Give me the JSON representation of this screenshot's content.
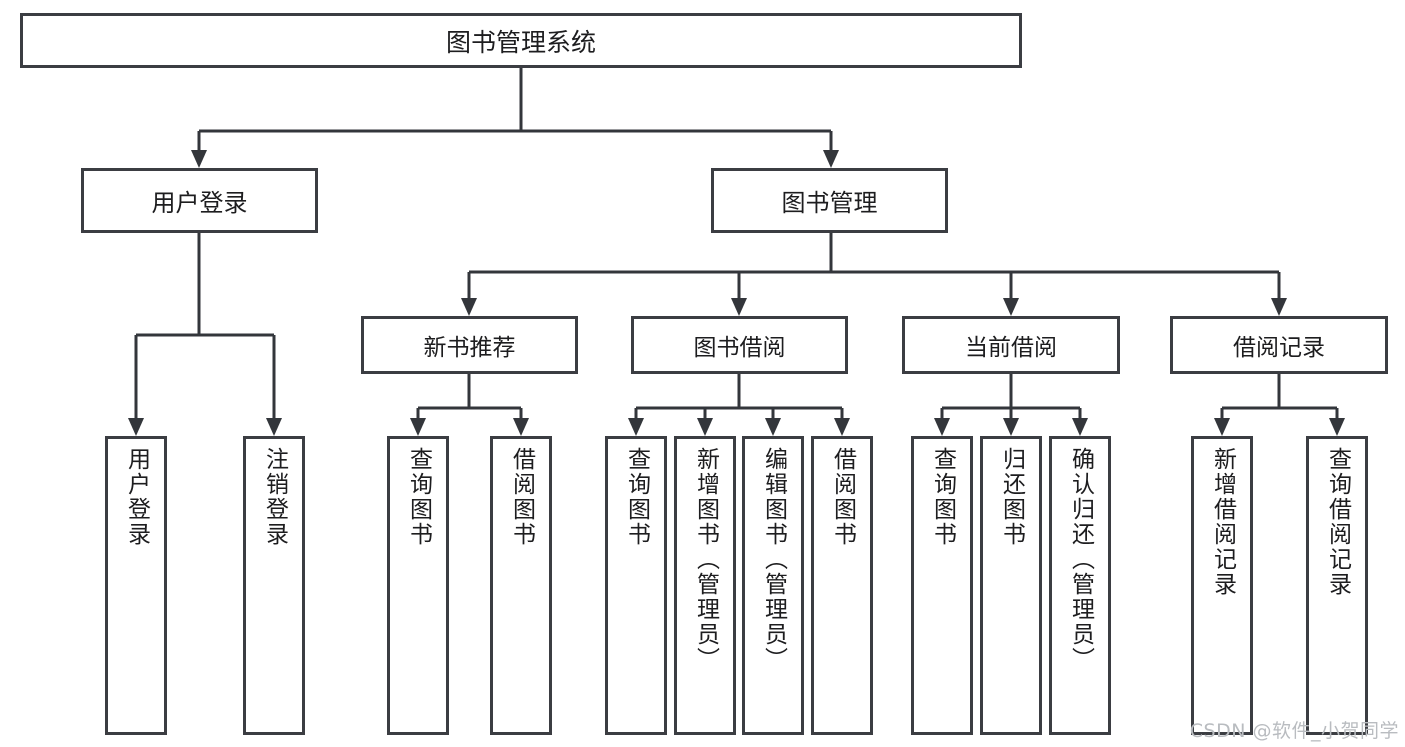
{
  "diagram": {
    "title": "图书管理系统",
    "type": "hierarchy-tree",
    "root": {
      "id": "root",
      "label": "图书管理系统"
    },
    "level2": [
      {
        "id": "user-login",
        "label": "用户登录"
      },
      {
        "id": "book-manage",
        "label": "图书管理"
      }
    ],
    "level3": [
      {
        "id": "new-book-recommend",
        "label": "新书推荐"
      },
      {
        "id": "book-borrow",
        "label": "图书借阅"
      },
      {
        "id": "current-borrow",
        "label": "当前借阅"
      },
      {
        "id": "borrow-record",
        "label": "借阅记录"
      }
    ],
    "leaves": {
      "user_login": [
        {
          "id": "leaf-user-login",
          "label": "用户登录"
        },
        {
          "id": "leaf-logout",
          "label": "注销登录"
        }
      ],
      "new_book_recommend": [
        {
          "id": "leaf-query-book-1",
          "label": "查询图书"
        },
        {
          "id": "leaf-borrow-book-1",
          "label": "借阅图书"
        }
      ],
      "book_borrow": [
        {
          "id": "leaf-query-book-2",
          "label": "查询图书"
        },
        {
          "id": "leaf-add-book",
          "label": "新增图书（管理员）"
        },
        {
          "id": "leaf-edit-book",
          "label": "编辑图书（管理员）"
        },
        {
          "id": "leaf-borrow-book-2",
          "label": "借阅图书"
        }
      ],
      "current_borrow": [
        {
          "id": "leaf-query-book-3",
          "label": "查询图书"
        },
        {
          "id": "leaf-return-book",
          "label": "归还图书"
        },
        {
          "id": "leaf-confirm-return",
          "label": "确认归还（管理员）"
        }
      ],
      "borrow_record": [
        {
          "id": "leaf-add-record",
          "label": "新增借阅记录"
        },
        {
          "id": "leaf-query-record",
          "label": "查询借阅记录"
        }
      ]
    },
    "colors": {
      "border": "#3b3d42",
      "connector": "#33363b",
      "background": "#ffffff",
      "text": "#1d1d1f",
      "watermark": "#b9bcc0"
    }
  },
  "watermark": {
    "text": "CSDN @软件_小贺同学"
  }
}
